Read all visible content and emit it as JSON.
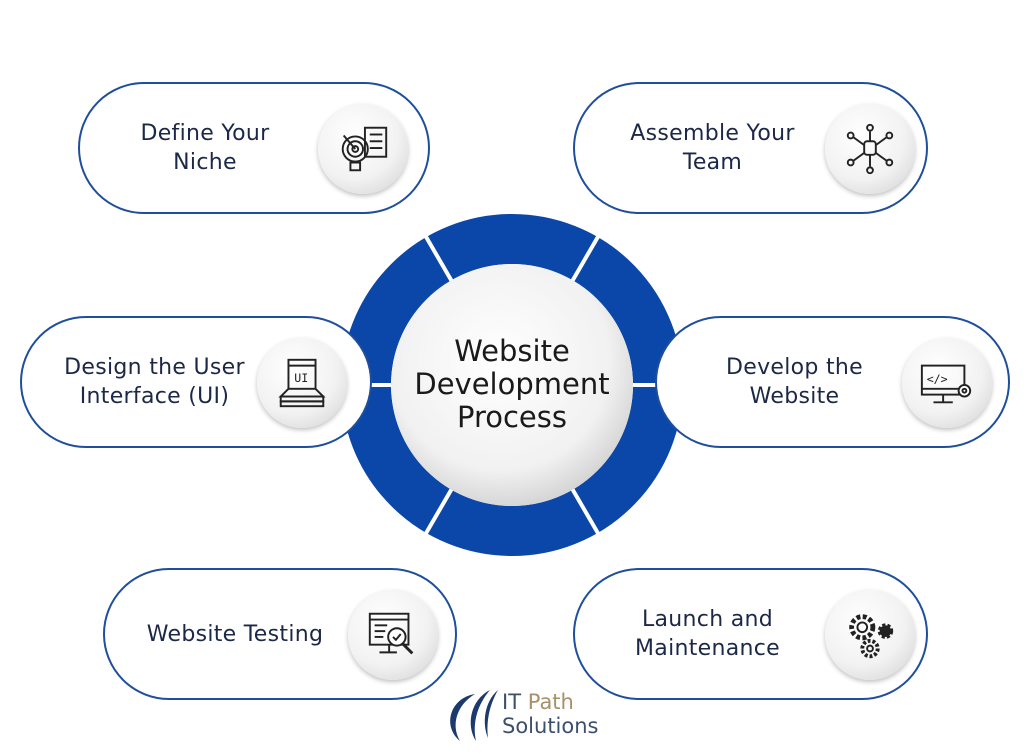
{
  "center": {
    "line1": "Website",
    "line2": "Development",
    "line3": "Process"
  },
  "steps": [
    {
      "line1": "Define Your",
      "line2": "Niche",
      "icon": "target-checklist-icon"
    },
    {
      "line1": "Assemble Your",
      "line2": "Team",
      "icon": "team-network-icon"
    },
    {
      "line1": "Design the User",
      "line2": "Interface (UI)",
      "icon": "ui-design-icon"
    },
    {
      "line1": "Develop the",
      "line2": "Website",
      "icon": "code-monitor-icon"
    },
    {
      "line1": "Website Testing",
      "line2": "",
      "icon": "testing-monitor-icon"
    },
    {
      "line1": "Launch and",
      "line2": "Maintenance",
      "icon": "gears-icon"
    }
  ],
  "logo": {
    "part1": "IT",
    "part2": "Path",
    "part3": "Solutions"
  },
  "colors": {
    "ring": "#0a47a9",
    "border": "#1f4e9c",
    "text": "#1c2847"
  }
}
